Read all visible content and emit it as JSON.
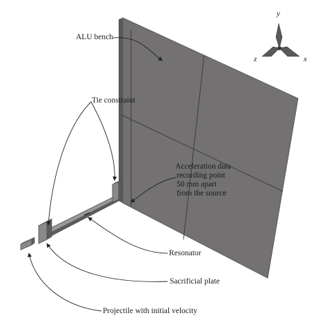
{
  "labels": {
    "alu_bench": "ALU bench",
    "tie_constraint": "Tie constraint",
    "acceleration": [
      "Acceleration data",
      "recording point",
      "50 mm apart",
      "from the source"
    ],
    "resonator": "Resonator",
    "sacrificial_plate": "Sacrificial plate",
    "projectile": "Projectile with initial velocity"
  },
  "axes": {
    "y": "y",
    "z": "z",
    "x": "x"
  },
  "colors": {
    "plate_face": "#737171",
    "plate_edge": "#5a5858",
    "grid_line": "#3c3b3b",
    "part_face": "#8a8888",
    "part_dark": "#4d4c4c",
    "leader": "#222222"
  }
}
